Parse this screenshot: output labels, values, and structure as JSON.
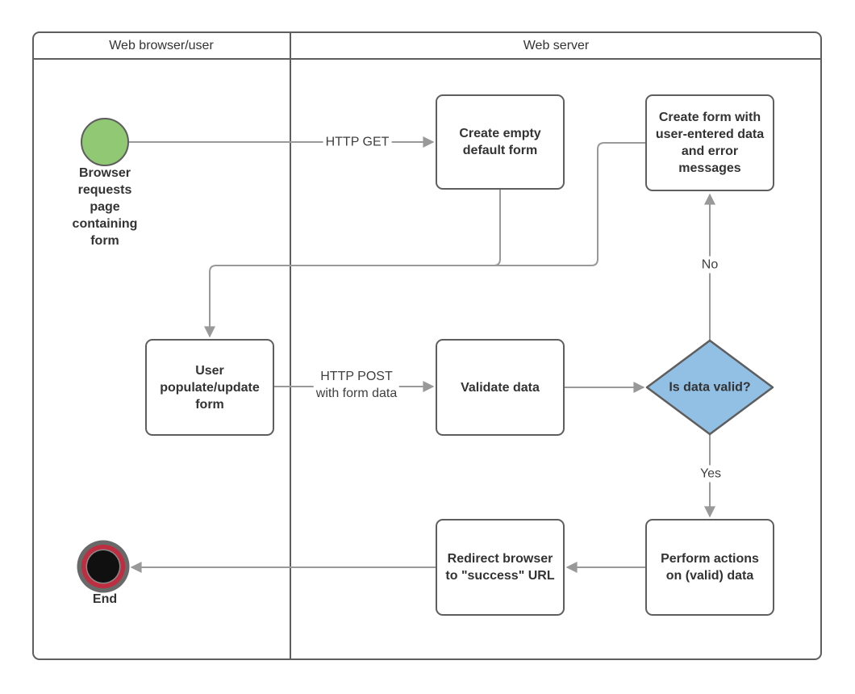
{
  "lanes": {
    "browser": {
      "label": "Web browser/user"
    },
    "server": {
      "label": "Web server"
    }
  },
  "nodes": {
    "start": {
      "label": "Browser\nrequests\npage\ncontaining\nform"
    },
    "create_empty": {
      "label": "Create empty\ndefault form"
    },
    "create_form_errors": {
      "label": "Create form with\nuser-entered data\nand error\nmessages"
    },
    "user_populate": {
      "label": "User\npopulate/update\nform"
    },
    "validate": {
      "label": "Validate data"
    },
    "decision": {
      "label": "Is data valid?"
    },
    "perform_actions": {
      "label": "Perform actions\non (valid) data"
    },
    "redirect": {
      "label": "Redirect browser\nto \"success\" URL"
    },
    "end": {
      "label": "End"
    }
  },
  "edges": {
    "http_get": {
      "label": "HTTP GET"
    },
    "http_post": {
      "label": "HTTP POST\nwith form data"
    },
    "no": {
      "label": "No"
    },
    "yes": {
      "label": "Yes"
    }
  },
  "colors": {
    "start_fill": "#90C873",
    "decision_fill": "#92C0E5",
    "end_ring_red": "#BE2D40",
    "node_stroke": "#5E5E5E",
    "edge_line": "#999999",
    "node_text": "#333333",
    "label_text": "#3F3F3F"
  }
}
